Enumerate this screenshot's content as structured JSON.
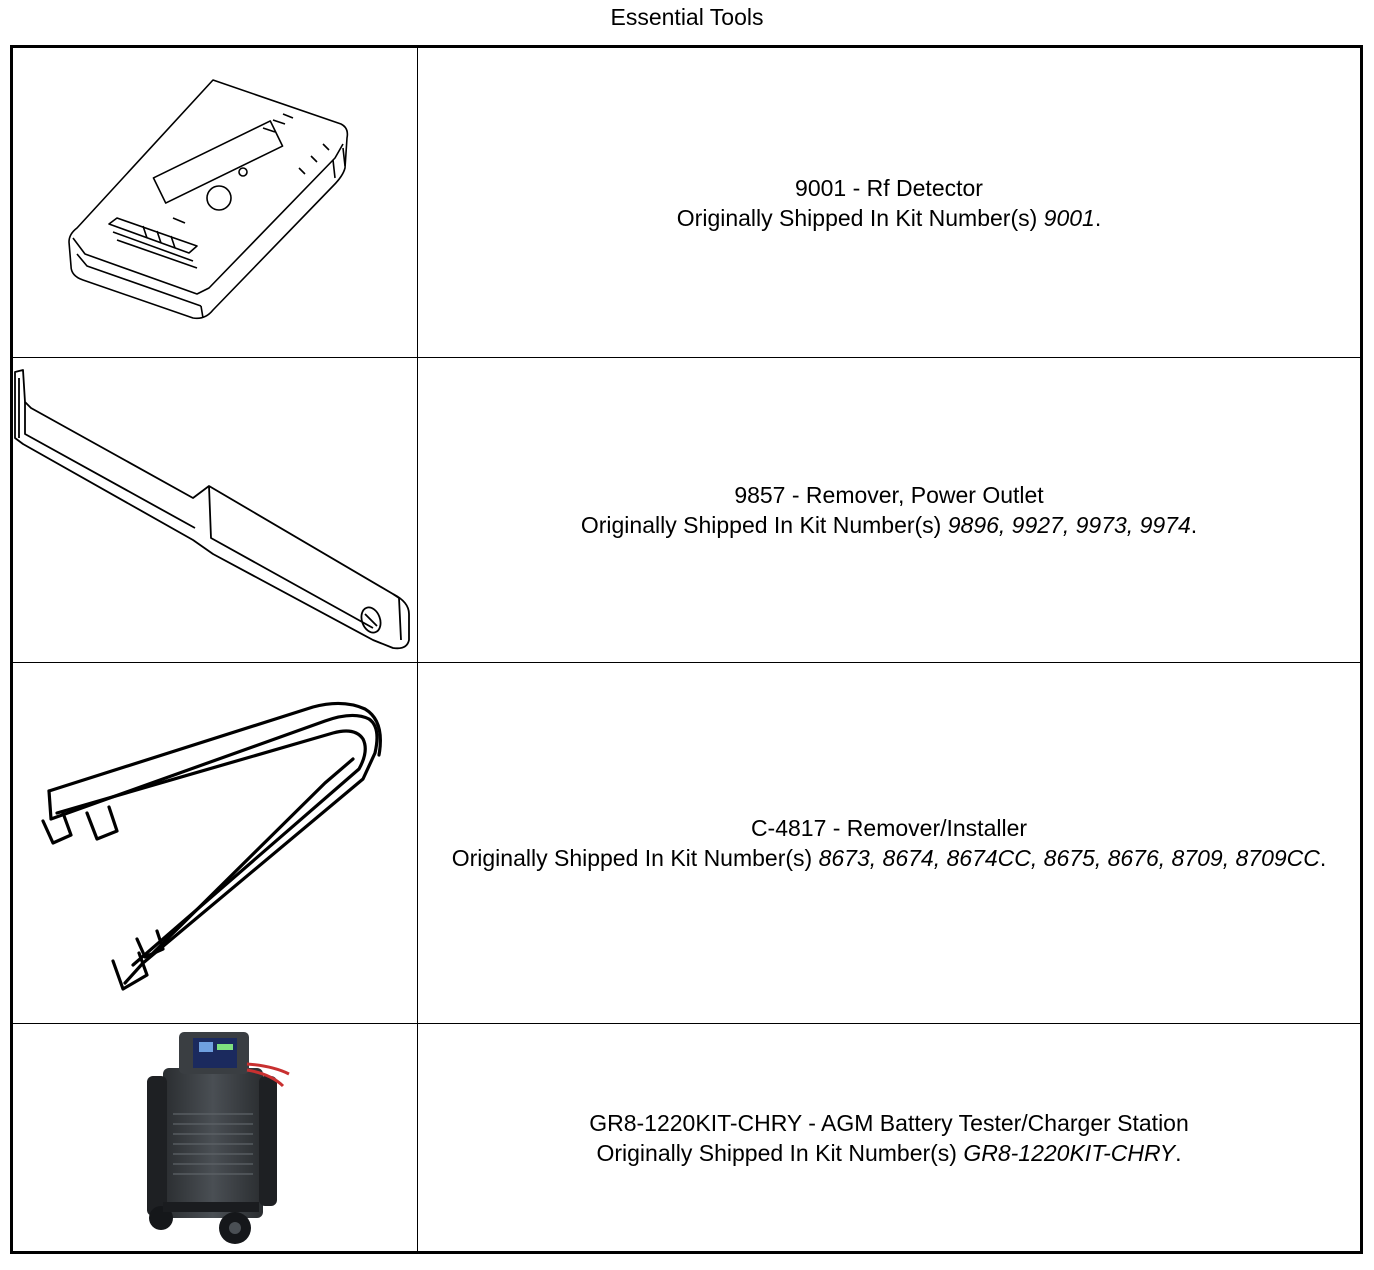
{
  "page": {
    "title": "Essential Tools"
  },
  "tools": [
    {
      "name": "9001 - Rf Detector",
      "shipped_label": "Originally Shipped In Kit Number(s)",
      "kits": "9001",
      "icon": "rf-detector-illustration"
    },
    {
      "name": "9857 - Remover, Power Outlet",
      "shipped_label": "Originally Shipped In Kit Number(s)",
      "kits": "9896, 9927, 9973, 9974",
      "icon": "power-outlet-remover-illustration"
    },
    {
      "name": "C-4817 - Remover/Installer",
      "shipped_label": "Originally Shipped In Kit Number(s)",
      "kits": "8673, 8674, 8674CC, 8675, 8676, 8709, 8709CC",
      "icon": "remover-installer-illustration"
    },
    {
      "name": "GR8-1220KIT-CHRY - AGM Battery Tester/Charger Station",
      "shipped_label": "Originally Shipped In Kit Number(s)",
      "kits": "GR8-1220KIT-CHRY",
      "icon": "battery-charger-station-photo"
    }
  ]
}
